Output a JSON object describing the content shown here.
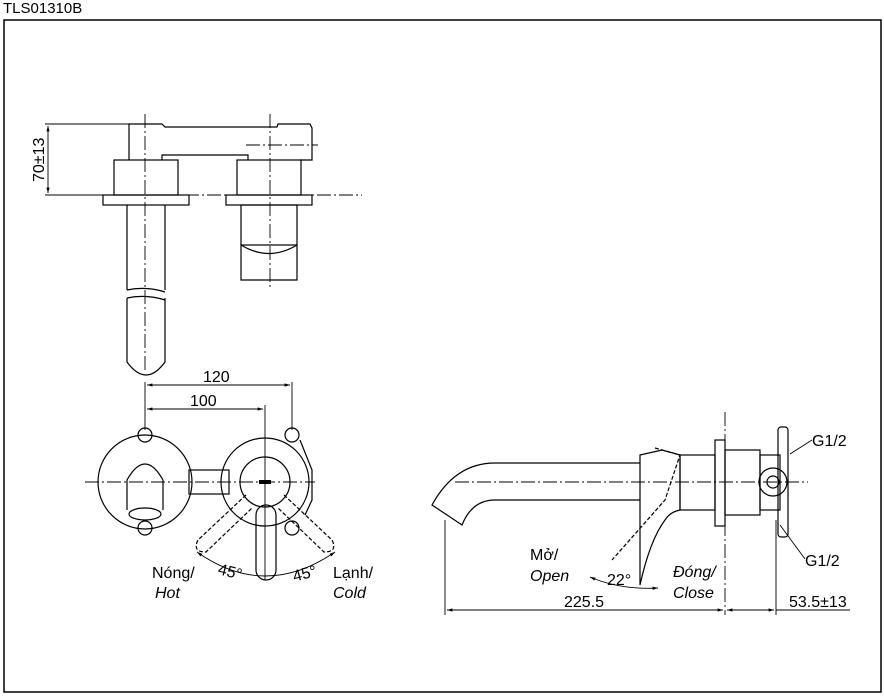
{
  "drawing": {
    "model": "TLS01310B",
    "top_view": {
      "height_dim": "70±13"
    },
    "front_view": {
      "dim_outer": "120",
      "dim_inner": "100",
      "angle_left": "45°",
      "angle_right": "45°",
      "hot_label_vi": "Nóng/",
      "hot_label_en": "Hot",
      "cold_label_vi": "Lạnh/",
      "cold_label_en": "Cold"
    },
    "side_view": {
      "open_label_vi": "Mở/",
      "open_label_en": "Open",
      "angle": "22°",
      "close_label_vi": "Đóng/",
      "close_label_en": "Close",
      "spout_length": "225.5",
      "depth_dim": "53.5±13",
      "thread_top": "G1/2",
      "thread_bottom": "G1/2"
    }
  }
}
